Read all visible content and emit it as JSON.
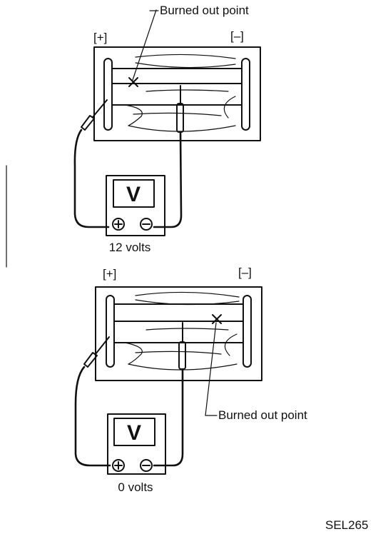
{
  "figure_code": "SEL265",
  "diagrams": [
    {
      "burned_out_label": "Burned out point",
      "plus_terminal": "[+]",
      "minus_terminal": "[–]",
      "meter_symbol": "V",
      "reading": "12 volts"
    },
    {
      "burned_out_label": "Burned out point",
      "plus_terminal": "[+]",
      "minus_terminal": "[–]",
      "meter_symbol": "V",
      "reading": "0 volts"
    }
  ]
}
